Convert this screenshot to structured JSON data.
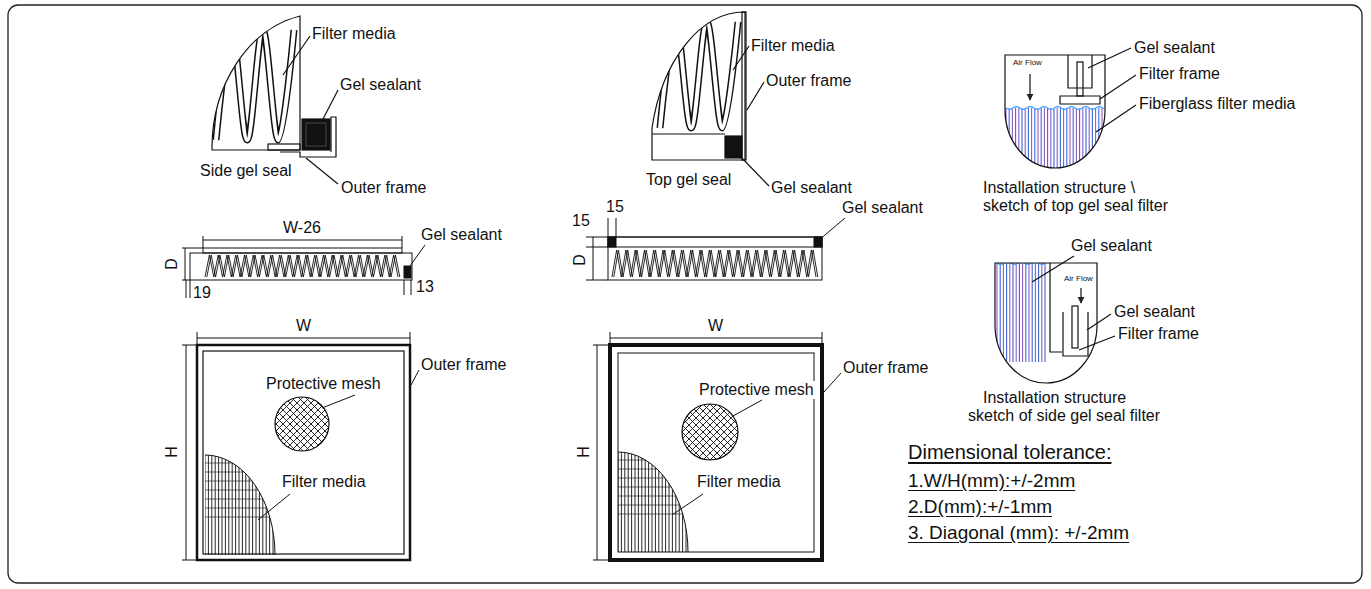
{
  "diagram": {
    "labels": [
      "Filter media",
      "Gel sealant",
      "Side gel seal",
      "Outer frame",
      "Filter media",
      "Outer frame",
      "Top gel seal",
      "Gel sealant",
      "Gel sealant",
      "Filter frame",
      "Fiberglass filter media",
      "Air Flow",
      "Installation structure \\ sketch of top gel seal filter",
      "W-26",
      "D",
      "19",
      "Gel sealant",
      "13",
      "15",
      "15",
      "D",
      "Gel sealant",
      "Gel sealant",
      "Air Flow",
      "Gel sealant",
      "Filter frame",
      "Installation structure sketch of side gel seal filter",
      "W",
      "H",
      "Outer frame",
      "Protective mesh",
      "Filter media",
      "W",
      "H",
      "Outer frame",
      "Protective mesh",
      "Filter media",
      "Dimensional tolerance:",
      "1.W/H(mm):+/-2mm",
      "2.D(mm):+/-1mm",
      "3. Diagonal (mm): +/-2mm"
    ]
  }
}
